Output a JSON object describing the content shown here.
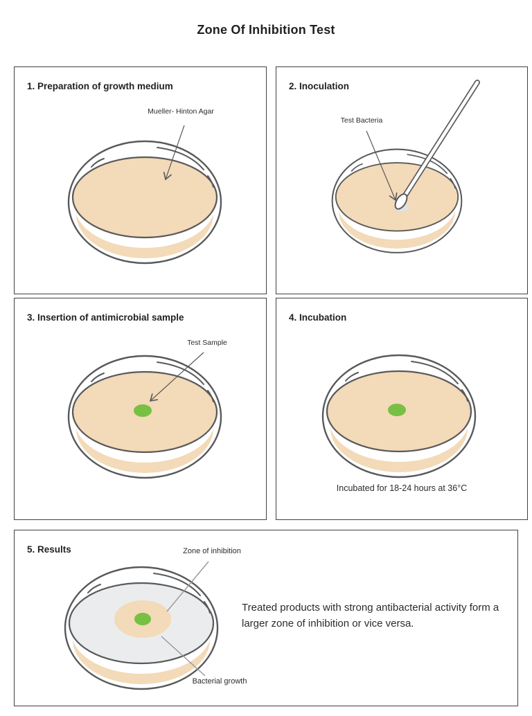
{
  "title": "Zone Of Inhibition Test",
  "panels": {
    "step1": {
      "heading": "1. Preparation of growth medium",
      "annotation": "Mueller- Hinton Agar"
    },
    "step2": {
      "heading": "2. Inoculation",
      "annotation": "Test Bacteria"
    },
    "step3": {
      "heading": "3. Insertion of antimicrobial sample",
      "annotation": "Test Sample"
    },
    "step4": {
      "heading": "4. Incubation",
      "caption": "Incubated for 18-24 hours at 36°C"
    },
    "step5": {
      "heading": "5. Results",
      "annotation_zone": "Zone of inhibition",
      "annotation_bacteria": "Bacterial growth",
      "description": "Treated products with strong antibacterial activity form a larger zone of inhibition or vice versa."
    }
  },
  "colors": {
    "agar": "#f3dab8",
    "sample_green": "#77c044",
    "bacterial_lawn_gray": "#eaecee",
    "outline": "#58595b",
    "panel_border": "#404042",
    "annotation_line": "#97989a",
    "text": "#231f20"
  }
}
